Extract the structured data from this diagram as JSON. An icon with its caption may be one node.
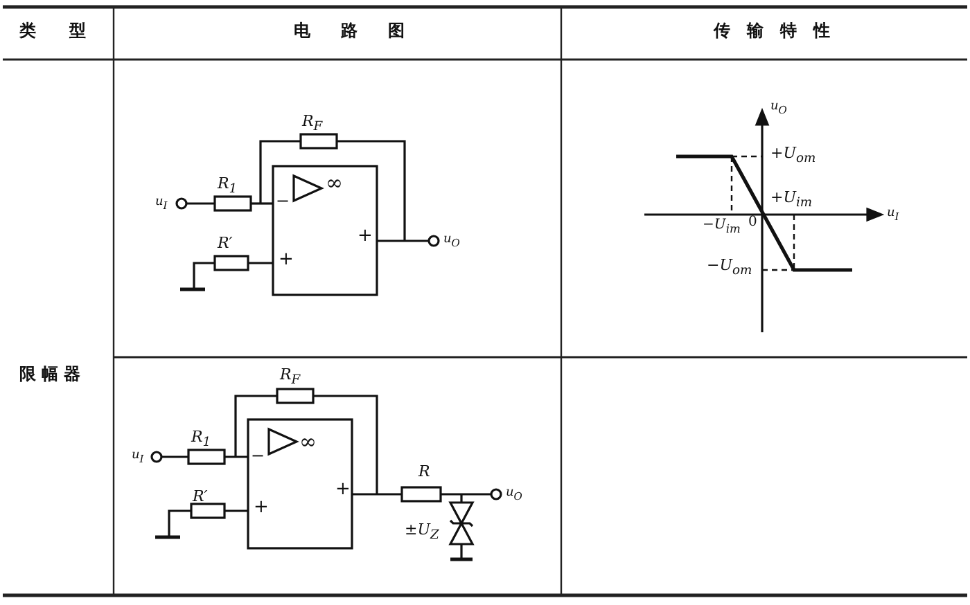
{
  "diagram": {
    "labels": [
      "类型",
      "电路图",
      "传输特性",
      "限幅器",
      "R$_{F}$",
      "R$_{1}$",
      "u$_{I}$",
      "−",
      "∞",
      "R′",
      "+",
      "+",
      "u$_{O}$",
      "u$_{O}$",
      "+U$_{om}$",
      "+U$_{im}$",
      "−U$_{im}$",
      "0",
      "−U$_{om}$",
      "u$_{I}$",
      "R$_{F}$",
      "R$_{1}$",
      "u$_{I}$",
      "−",
      "∞",
      "R′",
      "+",
      "+",
      "R",
      "u$_{O}$",
      "±U$_{Z}$"
    ]
  }
}
